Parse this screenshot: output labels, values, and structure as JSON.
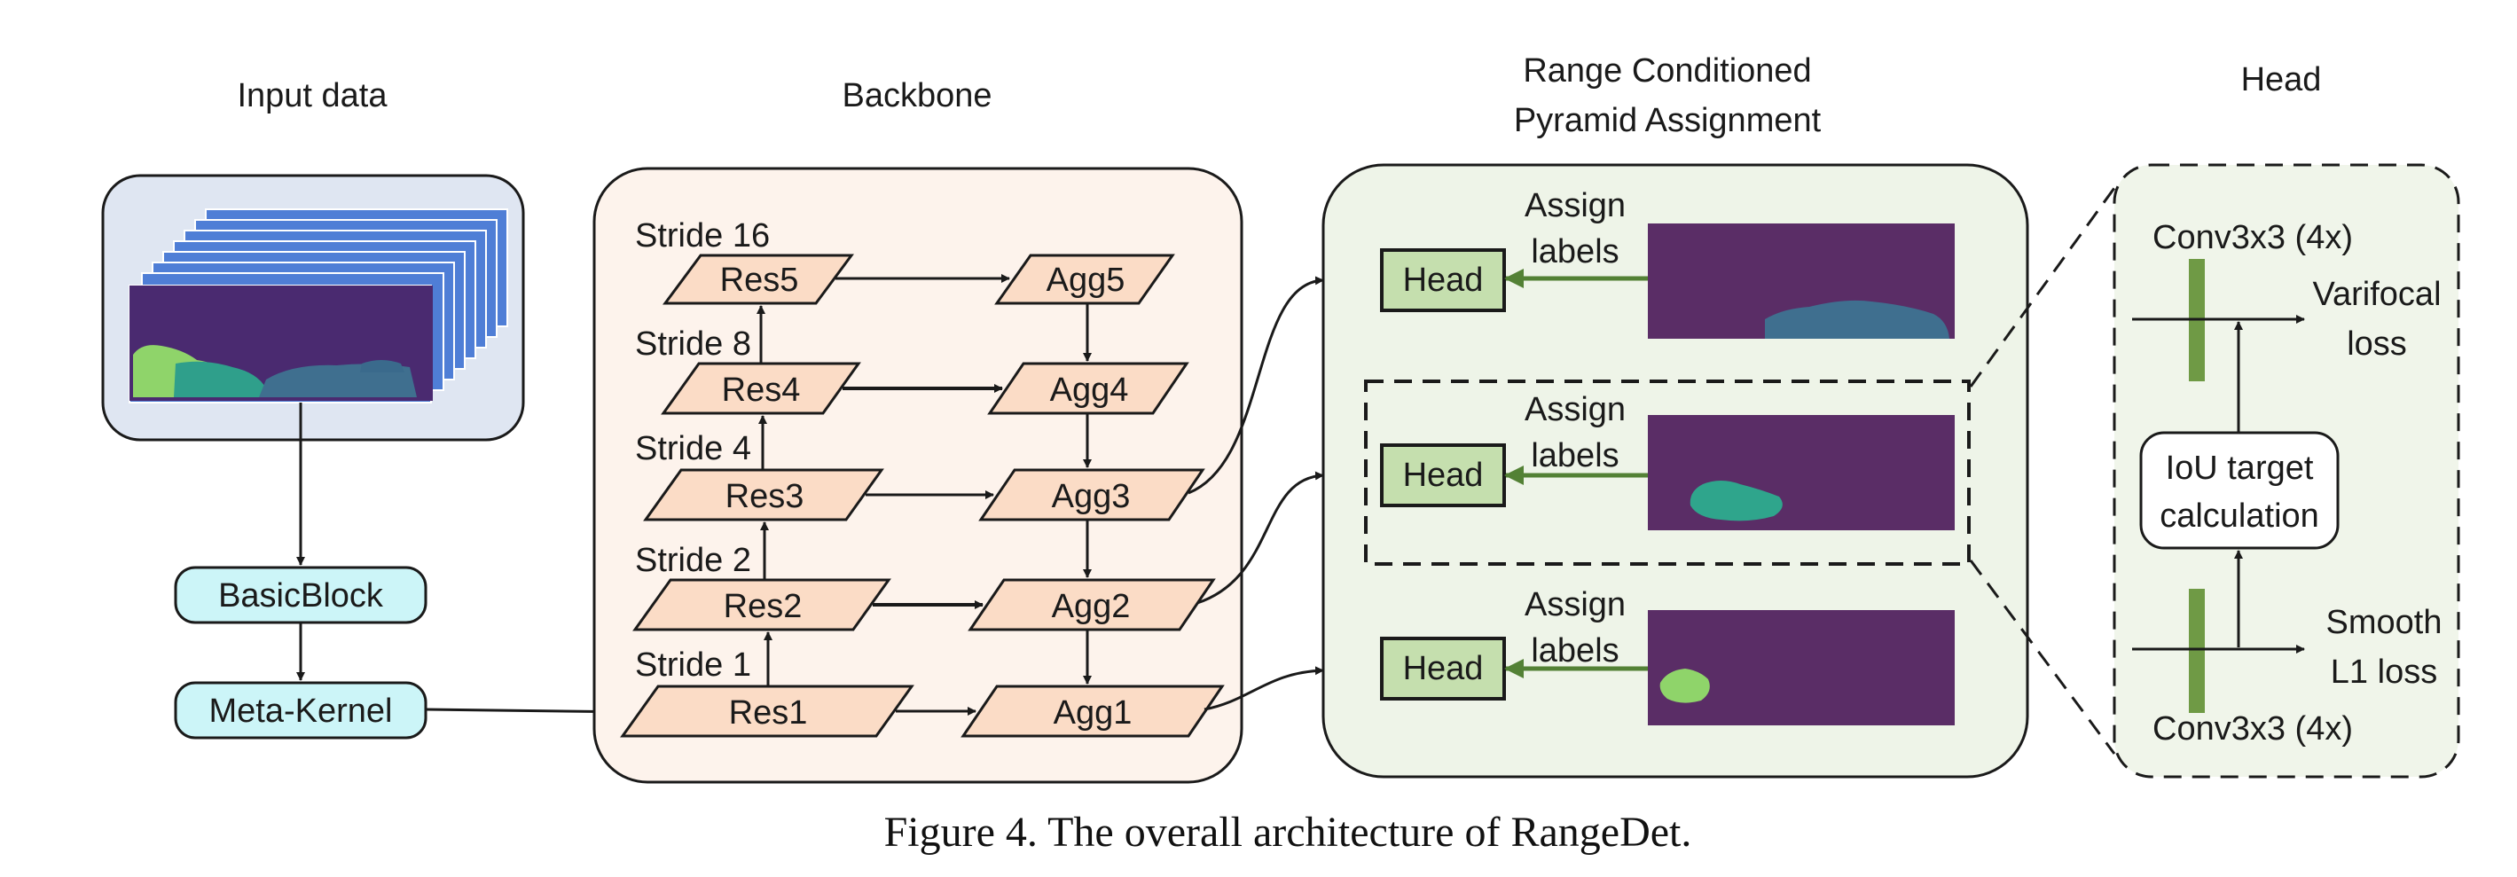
{
  "sections": {
    "input": "Input data",
    "backbone": "Backbone",
    "range_line1": "Range Conditioned",
    "range_line2": "Pyramid Assignment",
    "head": "Head"
  },
  "input_blocks": {
    "basic": "BasicBlock",
    "meta": "Meta-Kernel"
  },
  "strides": [
    "Stride 16",
    "Stride 8",
    "Stride 4",
    "Stride 2",
    "Stride 1"
  ],
  "res_blocks": [
    "Res5",
    "Res4",
    "Res3",
    "Res2",
    "Res1"
  ],
  "agg_blocks": [
    "Agg5",
    "Agg4",
    "Agg3",
    "Agg2",
    "Agg1"
  ],
  "assign": {
    "head_label": "Head",
    "assign_line1": "Assign",
    "assign_line2": "labels"
  },
  "head_detail": {
    "conv_top": "Conv3x3 (4x)",
    "conv_bottom": "Conv3x3 (4x)",
    "iou_line1": "IoU target",
    "iou_line2": "calculation",
    "varifocal_line1": "Varifocal",
    "varifocal_line2": "loss",
    "smooth_line1": "Smooth",
    "smooth_line2": "L1 loss"
  },
  "caption": "Figure 4. The overall architecture of RangeDet.",
  "colors": {
    "input_panel": "#dfe6f2",
    "backbone_panel": "#fdf3ec",
    "range_panel": "#eef4e8",
    "head_panel": "#f0f5ea",
    "cyan_block": "#ccf5f8",
    "res_block": "#fbdcc6",
    "head_box": "#c5dfae",
    "green_arrow": "#538135",
    "conv_bar": "#6f9a45",
    "range_image": "#5a2d66",
    "frame_blue": "#4f7ed6"
  }
}
